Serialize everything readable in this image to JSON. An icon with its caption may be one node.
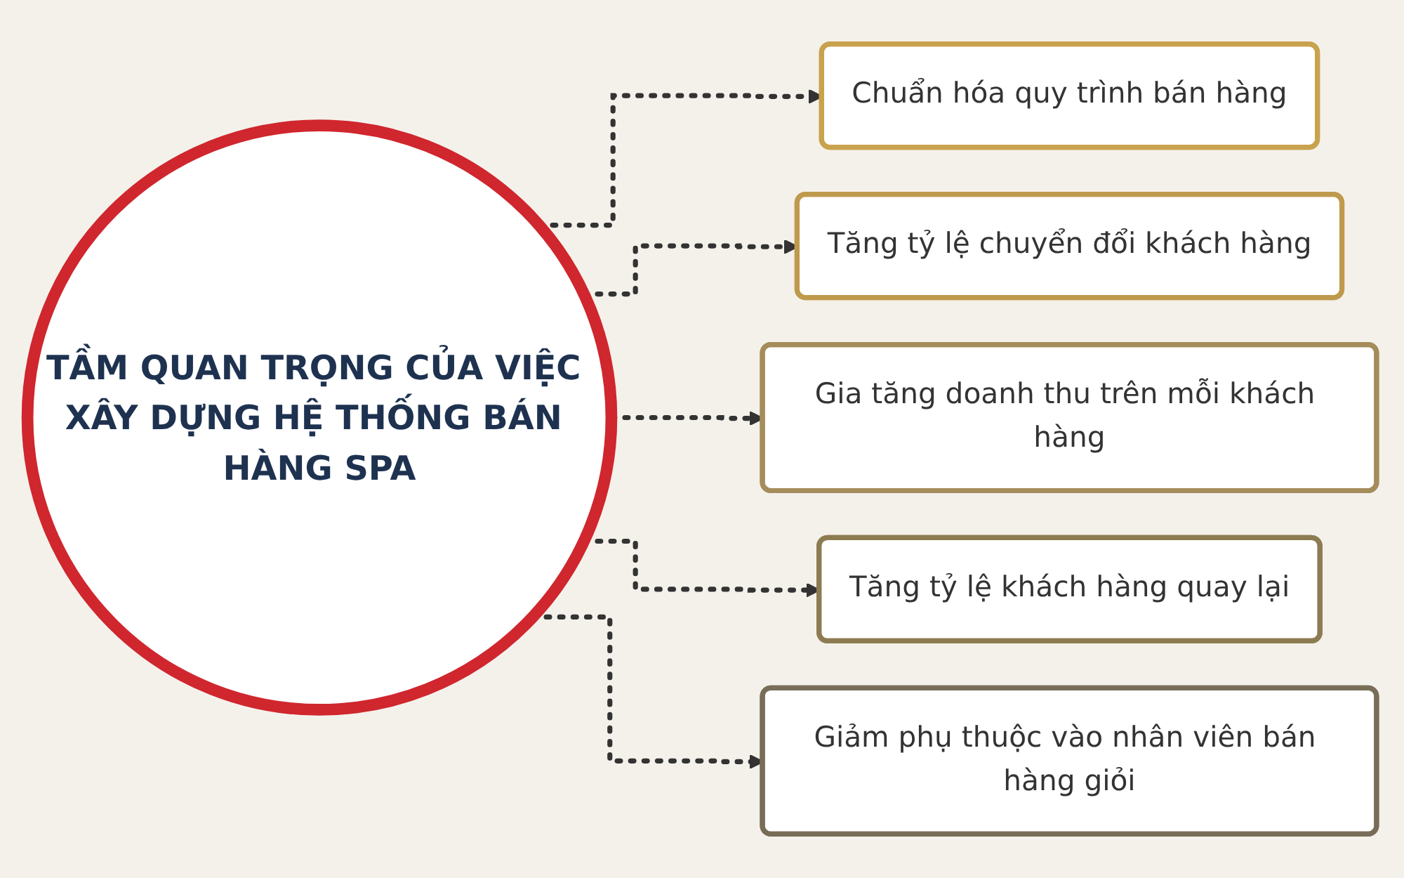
{
  "diagram": {
    "nodes": [
      {
        "text": [
          "TẦM QUAN TRỌNG CỦA VIỆC XÂY DỰNG HỆ THỐNG BÁN HÀNG SPA"
        ]
      },
      {
        "text": [
          "Chuẩn hóa quy trình bán hàng"
        ]
      },
      {
        "text": [
          "Tăng tỷ lệ chuyển đổi khách hàng"
        ]
      },
      {
        "text": [
          "Gia tăng doanh thu trên mỗi khách hàng"
        ]
      },
      {
        "text": [
          "Tăng tỷ lệ khách hàng quay lại"
        ]
      },
      {
        "text": [
          "Giảm phụ thuộc vào nhân viên bán hàng giỏi"
        ]
      }
    ],
    "edges": [
      {
        "from": 0,
        "to": 1,
        "arrow": "to",
        "style": "dashed"
      },
      {
        "from": 0,
        "to": 2,
        "arrow": "to",
        "style": "dashed"
      },
      {
        "from": 0,
        "to": 3,
        "arrow": "to",
        "style": "dashed"
      },
      {
        "from": 0,
        "to": 4,
        "arrow": "to",
        "style": "dashed"
      },
      {
        "from": 0,
        "to": 5,
        "arrow": "to",
        "style": "dashed"
      }
    ]
  }
}
